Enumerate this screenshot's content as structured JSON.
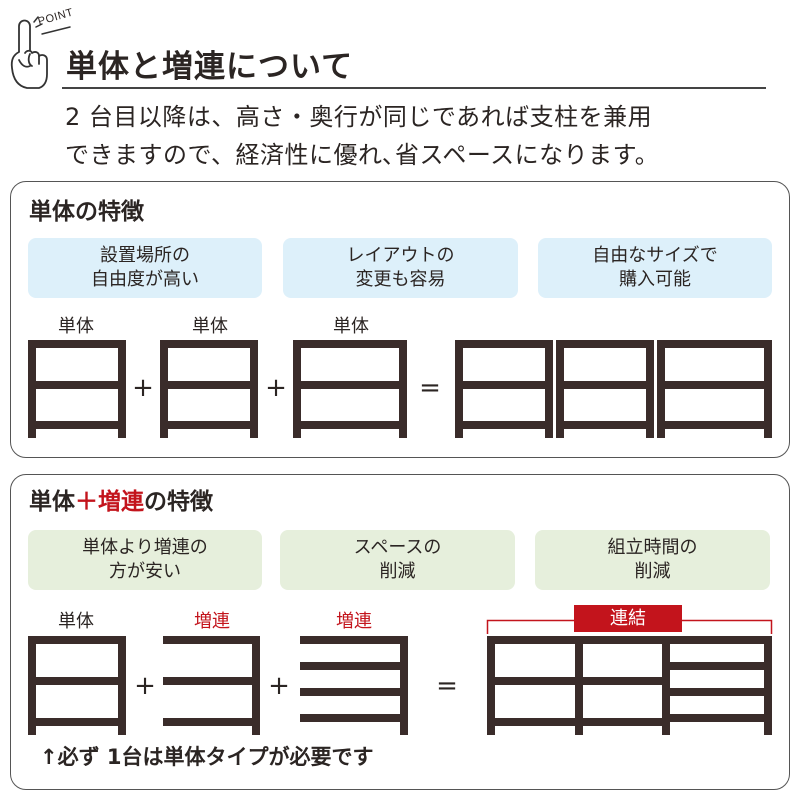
{
  "colors": {
    "text": "#2b2523",
    "accent_red": "#c3141c",
    "shelf": "#3a2c2a",
    "feature_blue": "#ddf0fa",
    "feature_green": "#e6efdc",
    "border": "#555555"
  },
  "header": {
    "point_icon": "pointing-hand-icon",
    "point_label": "POINT",
    "title": "単体と増連について",
    "intro": [
      "2 台目以降は、高さ・奥行が同じであれば支柱を兼用",
      "できますので、経済性に優れ､省スペースになります。"
    ]
  },
  "single": {
    "title": "単体の特徴",
    "features": [
      {
        "line1": "設置場所の",
        "line2": "自由度が高い"
      },
      {
        "line1": "レイアウトの",
        "line2": "変更も容易"
      },
      {
        "line1": "自由なサイズで",
        "line2": "購入可能"
      }
    ],
    "unit_labels": [
      "単体",
      "単体",
      "単体"
    ],
    "plus": "+",
    "equals": "="
  },
  "combined": {
    "title_prefix": "単体",
    "title_accent": "＋増連",
    "title_suffix": "の特徴",
    "features": [
      {
        "line1": "単体より増連の",
        "line2": "方が安い"
      },
      {
        "line1": "スペースの",
        "line2": "削減"
      },
      {
        "line1": "組立時間の",
        "line2": "削減"
      }
    ],
    "unit_labels": [
      "単体",
      "増連",
      "増連"
    ],
    "plus": "+",
    "equals": "=",
    "join_label": "連結",
    "note": "↑必ず 1台は単体タイプが必要です"
  }
}
